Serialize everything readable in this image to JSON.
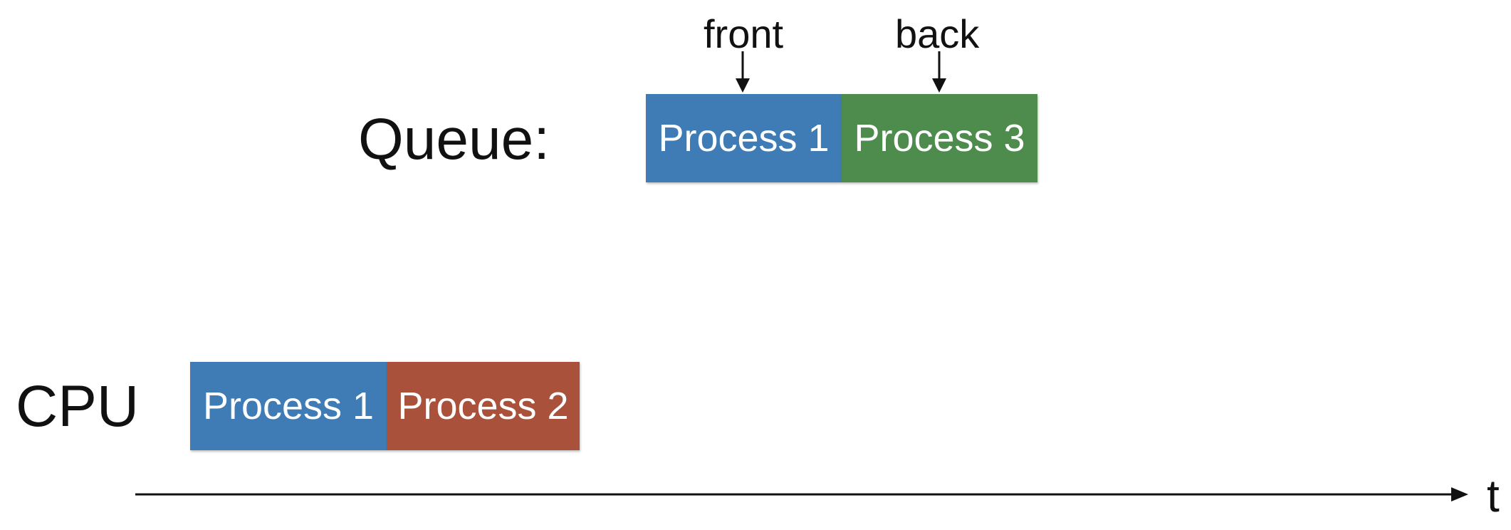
{
  "queue": {
    "label": "Queue:",
    "front_label": "front",
    "back_label": "back",
    "items": [
      {
        "label": "Process 1",
        "color": "#3f7cb5"
      },
      {
        "label": "Process 3",
        "color": "#4e8c4e"
      }
    ]
  },
  "cpu": {
    "label": "CPU",
    "items": [
      {
        "label": "Process 1",
        "color": "#3f7cb5"
      },
      {
        "label": "Process 2",
        "color": "#a9513a"
      }
    ]
  },
  "timeline": {
    "axis_label": "t"
  }
}
